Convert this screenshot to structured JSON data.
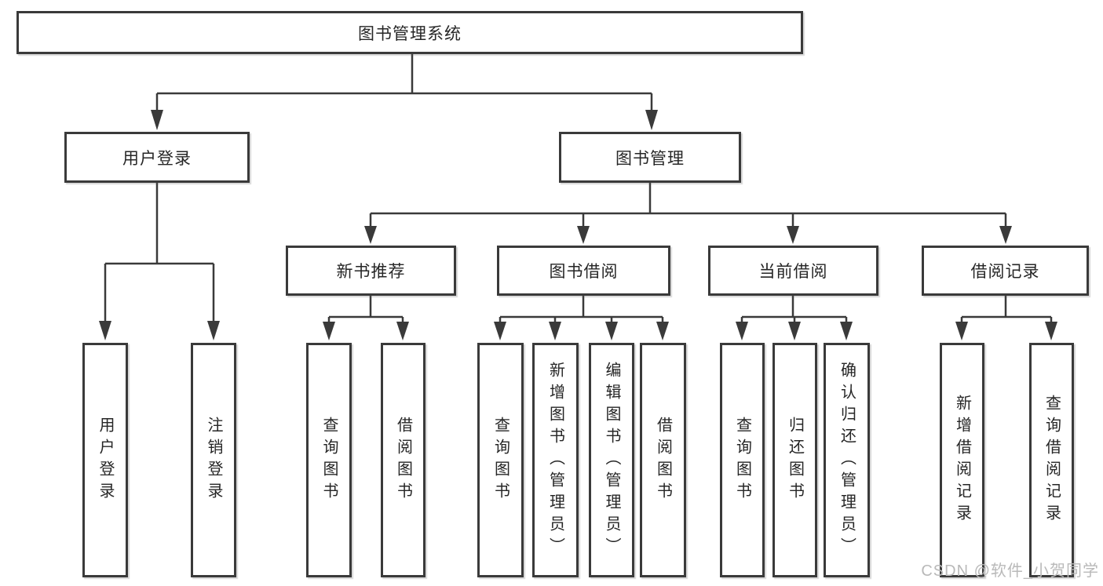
{
  "root": {
    "label": "图书管理系统"
  },
  "level2": {
    "user_login": {
      "label": "用户登录"
    },
    "book_management": {
      "label": "图书管理"
    }
  },
  "level3": {
    "new_book_recommend": {
      "label": "新书推荐"
    },
    "book_borrow": {
      "label": "图书借阅"
    },
    "current_borrow": {
      "label": "当前借阅"
    },
    "borrow_records": {
      "label": "借阅记录"
    }
  },
  "leaves": {
    "user_login": [
      {
        "label": "用户登录"
      },
      {
        "label": "注销登录"
      }
    ],
    "new_book_recommend": [
      {
        "label": "查询图书"
      },
      {
        "label": "借阅图书"
      }
    ],
    "book_borrow": [
      {
        "label": "查询图书"
      },
      {
        "label": "新增图书（管理员）"
      },
      {
        "label": "编辑图书（管理员）"
      },
      {
        "label": "借阅图书"
      }
    ],
    "current_borrow": [
      {
        "label": "查询图书"
      },
      {
        "label": "归还图书"
      },
      {
        "label": "确认归还（管理员）"
      }
    ],
    "borrow_records": [
      {
        "label": "新增借阅记录"
      },
      {
        "label": "查询借阅记录"
      }
    ]
  },
  "watermark": {
    "text": "CSDN @软件_小贺同学"
  },
  "colors": {
    "line": "#3a3a3a",
    "text": "#262626",
    "watermark": "#b9b9b9",
    "background": "#ffffff"
  }
}
